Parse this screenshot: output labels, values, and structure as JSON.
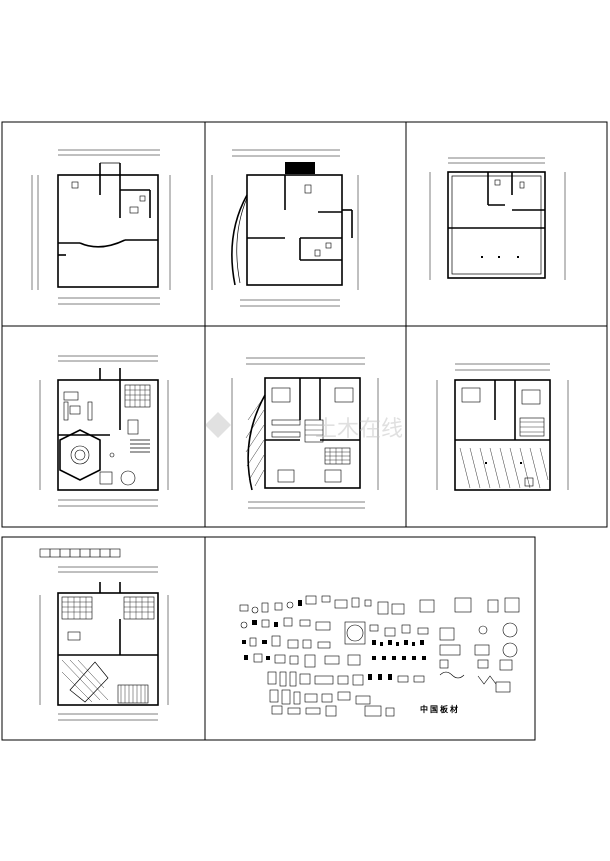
{
  "sheet": {
    "panels": [
      {
        "id": "plan-1f-outline"
      },
      {
        "id": "plan-2f-outline"
      },
      {
        "id": "plan-3f-outline"
      },
      {
        "id": "plan-1f-furnished"
      },
      {
        "id": "plan-2f-furnished"
      },
      {
        "id": "plan-3f-furnished"
      },
      {
        "id": "plan-floor-finish"
      },
      {
        "id": "furniture-library"
      }
    ],
    "library_caption": "中国板材",
    "watermark_text": "土木在线",
    "colors": {
      "line": "#000000",
      "background": "#ffffff",
      "watermark": "#c8c8c8"
    }
  }
}
